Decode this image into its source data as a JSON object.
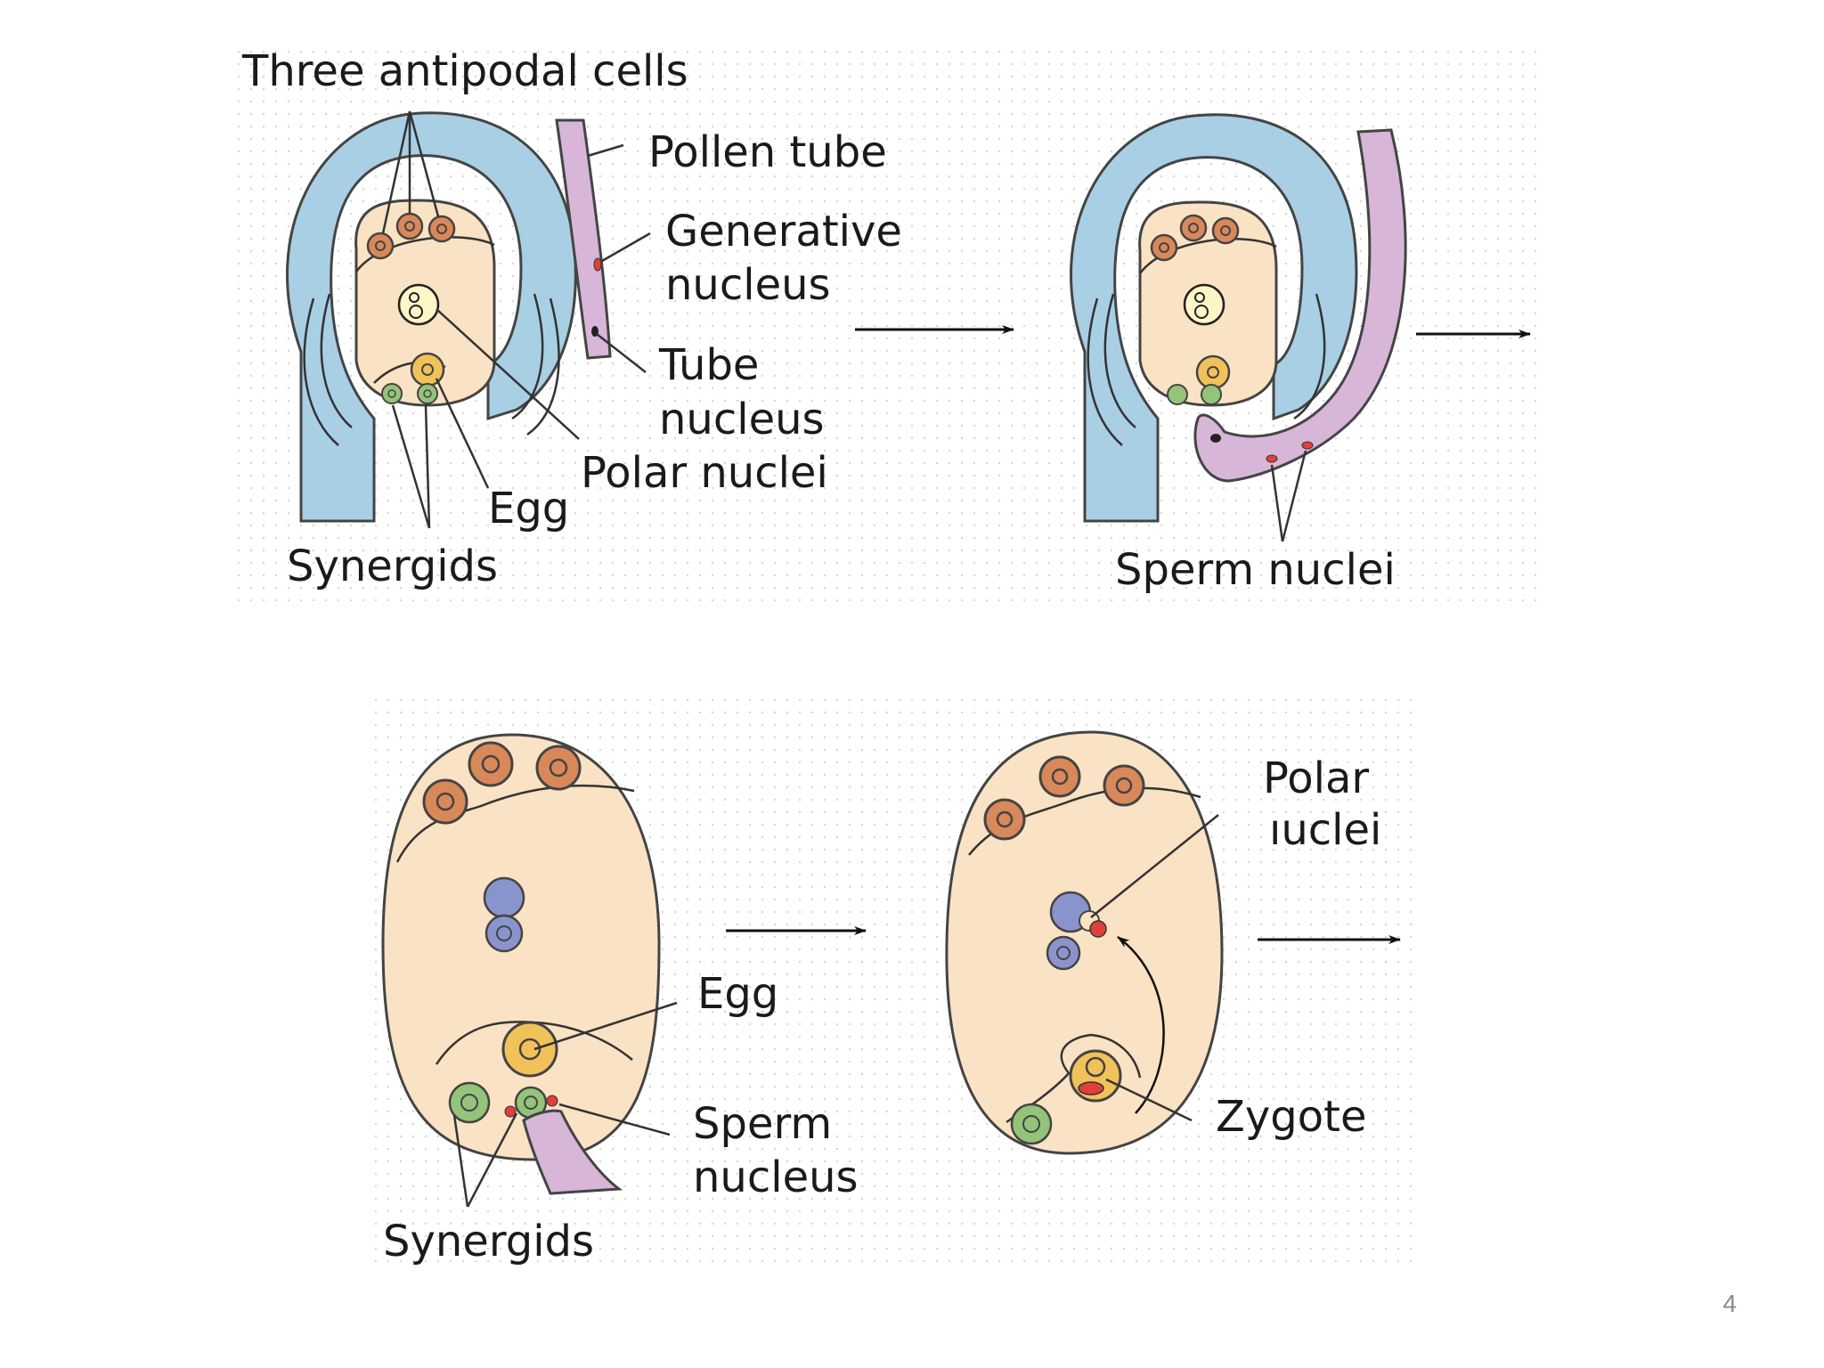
{
  "top_panel": {
    "labels": {
      "antipodal": "Three antipodal cells",
      "pollen_tube": "Pollen tube",
      "generative_1": "Generative",
      "generative_2": "nucleus",
      "tube_1": "Tube",
      "tube_2": "nucleus",
      "polar_nuclei": "Polar nuclei",
      "egg": "Egg",
      "synergids": "Synergids",
      "sperm_nuclei": "Sperm nuclei"
    }
  },
  "bottom_panel": {
    "labels": {
      "egg": "Egg",
      "sperm_1": "Sperm",
      "sperm_2": "nucleus",
      "synergids": "Synergids",
      "polar_1": "Polar",
      "polar_2": "ıuclei",
      "zygote": "Zygote"
    }
  },
  "colors": {
    "integument": "#a9cfe4",
    "embryo_sac": "#fae2c4",
    "antipodal": "#d9885a",
    "polar_nuclei_fused": "#fff6c8",
    "polar_nuclei": "#8a94cc",
    "egg": "#f2c25a",
    "synergid": "#93c47a",
    "pollen_tube": "#d7b6d8",
    "sperm": "#e0403a"
  },
  "slide_number": "4"
}
